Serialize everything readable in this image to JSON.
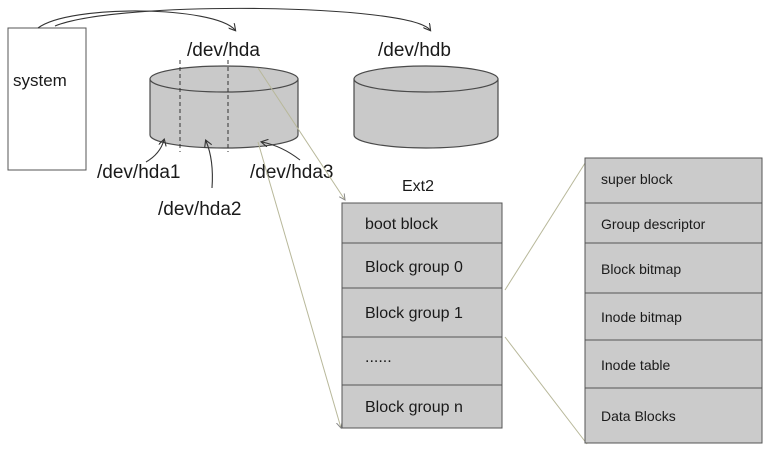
{
  "system": {
    "label": "system"
  },
  "disks": {
    "hda": "/dev/hda",
    "hdb": "/dev/hdb"
  },
  "partitions": [
    "/dev/hda1",
    "/dev/hda2",
    "/dev/hda3"
  ],
  "ext2": {
    "title": "Ext2",
    "rows": [
      "boot block",
      "Block group 0",
      "Block group 1",
      "......",
      "Block group n"
    ]
  },
  "block_group": {
    "rows": [
      "super block",
      "Group descriptor",
      "Block bitmap",
      "Inode bitmap",
      "Inode table",
      "Data Blocks"
    ]
  },
  "colors": {
    "fill": "#c9c9c9",
    "stroke": "#4a4a4a",
    "connector": "#b8b89a"
  }
}
